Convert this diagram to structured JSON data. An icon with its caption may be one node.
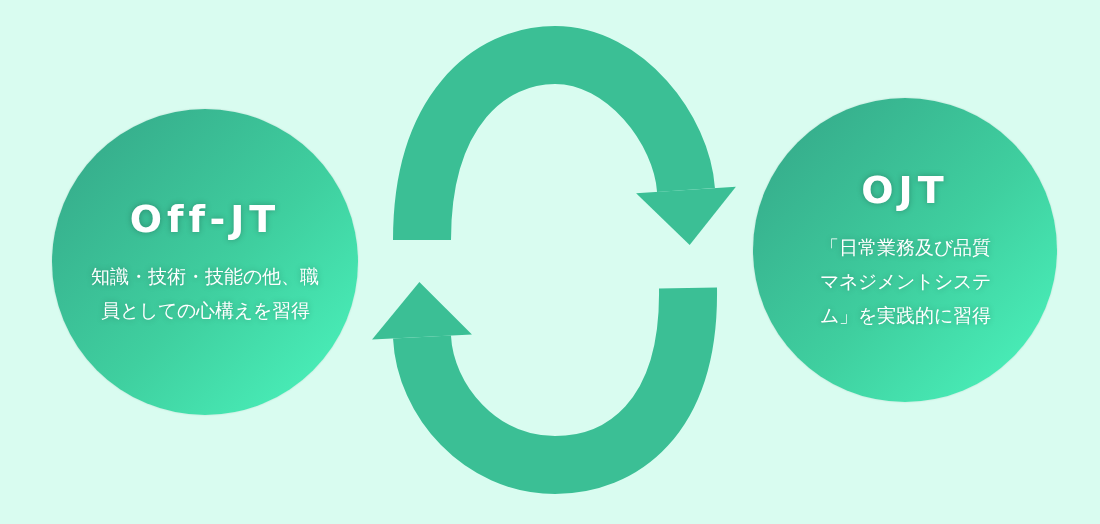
{
  "diagram": {
    "nodes": [
      {
        "text": [
          "Off-JT",
          "知識・技術・技能の他、職員としての心構えを習得"
        ]
      },
      {
        "text": [
          "OJT",
          "「日常業務及び品質マネジメントシステム」を実践的に習得"
        ]
      }
    ],
    "edges": [
      {
        "from": 0,
        "to": 1,
        "arrow": "to"
      },
      {
        "from": 1,
        "to": 0,
        "arrow": "to"
      }
    ]
  }
}
